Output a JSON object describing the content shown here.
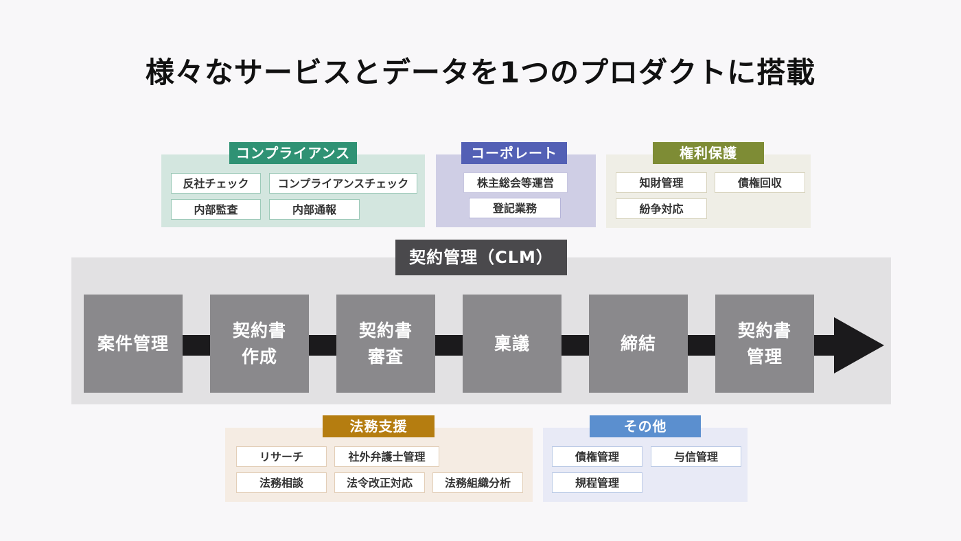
{
  "title": "様々なサービスとデータを1つのプロダクトに搭載",
  "colors": {
    "compliance": "#2f9274",
    "corporate": "#5360b5",
    "rights": "#7e8c35",
    "legal_support": "#b57d10",
    "others": "#5b8fcf",
    "clm_label": "#4a494c",
    "step_box": "#8a898c",
    "flow": "#1b1a1c"
  },
  "groups": {
    "compliance": {
      "label": "コンプライアンス",
      "items": [
        "反社チェック",
        "コンプライアンスチェック",
        "内部監査",
        "内部通報"
      ]
    },
    "corporate": {
      "label": "コーポレート",
      "items": [
        "株主総会等運営",
        "登記業務"
      ]
    },
    "rights": {
      "label": "権利保護",
      "items": [
        "知財管理",
        "債権回収",
        "紛争対応"
      ]
    },
    "legal_support": {
      "label": "法務支援",
      "items": [
        "リサーチ",
        "社外弁護士管理",
        "法務相談",
        "法令改正対応",
        "法務組織分析"
      ]
    },
    "others": {
      "label": "その他",
      "items": [
        "債権管理",
        "与信管理",
        "規程管理"
      ]
    }
  },
  "clm": {
    "label": "契約管理（CLM）",
    "steps": [
      "案件管理",
      "契約書\n作成",
      "契約書\n審査",
      "稟議",
      "締結",
      "契約書\n管理"
    ]
  }
}
